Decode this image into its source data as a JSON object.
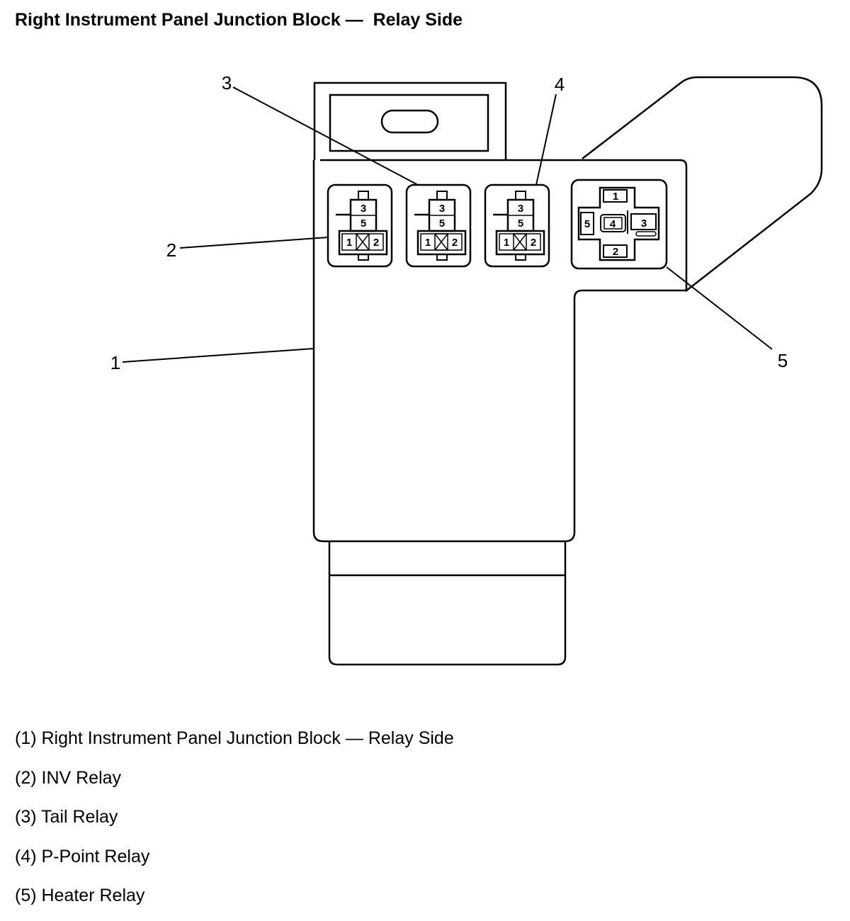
{
  "title": "Right Instrument Panel Junction Block —  Relay Side",
  "callouts": [
    "1",
    "2",
    "3",
    "4",
    "5"
  ],
  "relay_pins": {
    "top": "3",
    "middle": "5",
    "left": "1",
    "right": "2"
  },
  "heater_pins": {
    "top": "1",
    "bottom": "2",
    "left": "5",
    "center": "4",
    "right": "3"
  },
  "legend": [
    "(1) Right Instrument Panel Junction Block — Relay Side",
    "(2) INV Relay",
    "(3) Tail Relay",
    "(4) P-Point Relay",
    "(5) Heater Relay"
  ]
}
